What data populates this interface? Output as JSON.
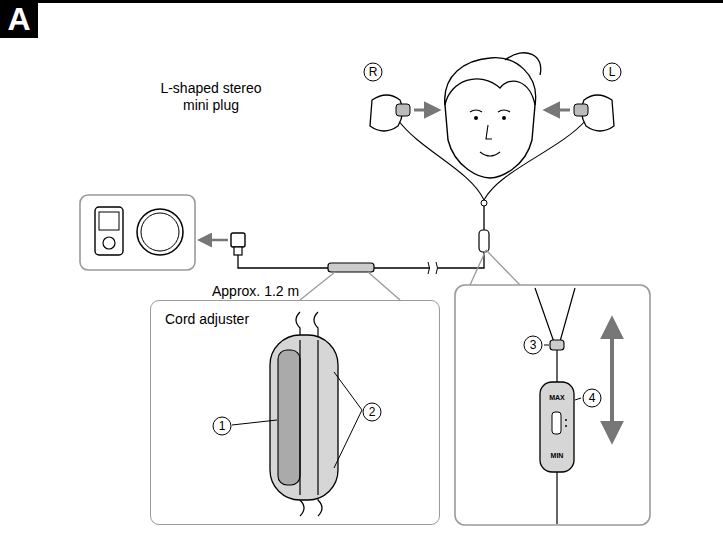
{
  "diagram": {
    "title": "A",
    "nodes": [
      {
        "text": [
          "Cord adjuster"
        ]
      }
    ],
    "labels": [
      "L-shaped stereo mini plug",
      "Approx. 1.2 m",
      "1",
      "2",
      "3",
      "4",
      "R",
      "L",
      "MAX",
      "MIN"
    ]
  }
}
